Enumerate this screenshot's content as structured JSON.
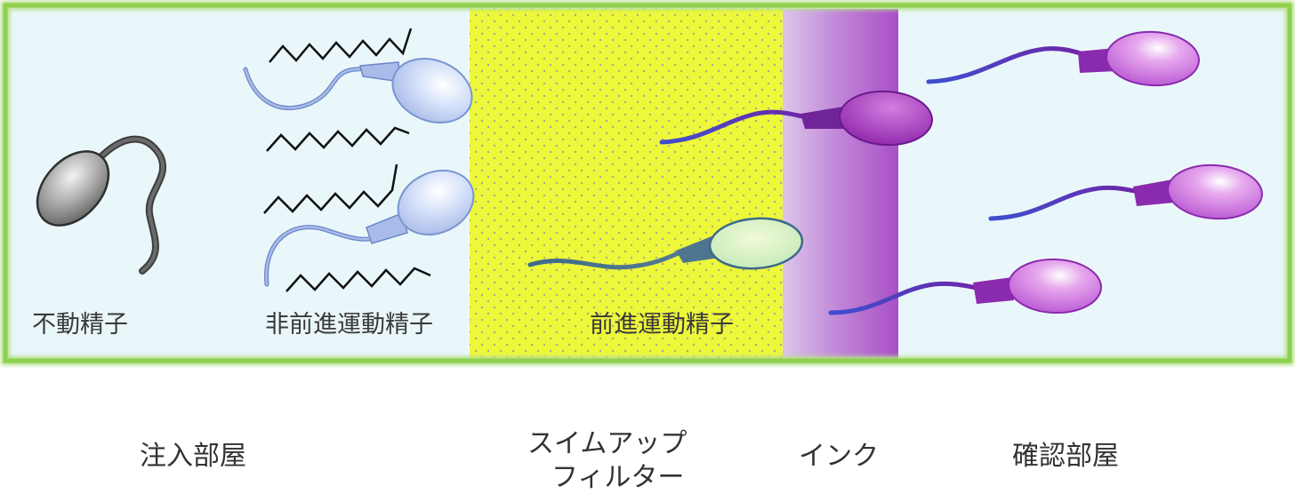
{
  "inner_labels": {
    "immotile": "不動精子",
    "nonprogressive": "非前進運動精子",
    "progressive": "前進運動精子"
  },
  "zones": {
    "injection_room": "注入部屋",
    "filter_line1": "スイムアップ",
    "filter_line2": "フィルター",
    "ink": "インク",
    "check_room": "確認部屋"
  },
  "colors": {
    "frame_border": "#8fd14f",
    "chamber_fill": "#eaf7fa",
    "filter_fill": "#eef83a",
    "ink_fill": "#b45fc8",
    "immotile_sperm": "#8a8a8a",
    "nonprogressive_sperm": "#b8c8ef",
    "stained_sperm": "#b04ad0"
  }
}
